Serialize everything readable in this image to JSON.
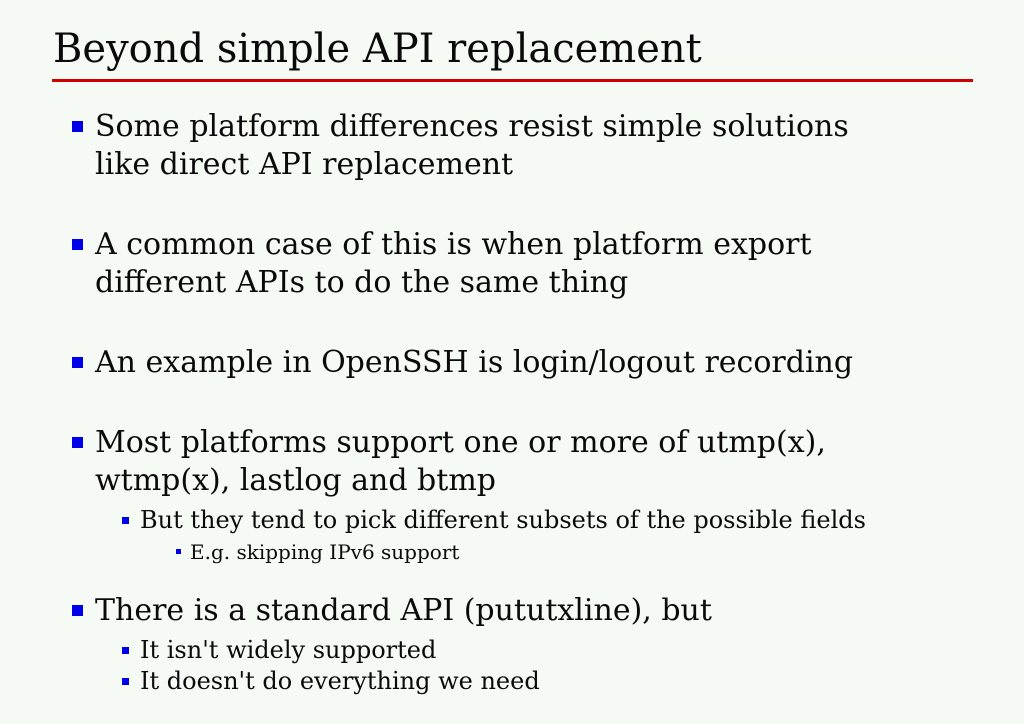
{
  "slide": {
    "title": "Beyond simple API replacement",
    "accent_rule_color": "#cc0000",
    "bullet_color": "#0000e8",
    "background_color": "#f6faf4",
    "bullets": [
      {
        "lines": [
          "Some platform differences resist simple solutions",
          "like direct API replacement"
        ]
      },
      {
        "lines": [
          "A common case of this is when platform export",
          "different APIs to do the same thing"
        ]
      },
      {
        "lines": [
          "An example in OpenSSH is login/logout recording"
        ]
      },
      {
        "lines": [
          "Most platforms support one or more of utmp(x),",
          "wtmp(x), lastlog and btmp"
        ],
        "sub": [
          {
            "text": "But they tend to pick different subsets of the possible fields",
            "sub": [
              "E.g. skipping IPv6 support"
            ]
          }
        ]
      },
      {
        "lines": [
          "There is a standard API (pututxline), but"
        ],
        "sub": [
          {
            "text": "It isn't widely supported"
          },
          {
            "text": "It doesn't do everything we need"
          }
        ]
      }
    ]
  }
}
